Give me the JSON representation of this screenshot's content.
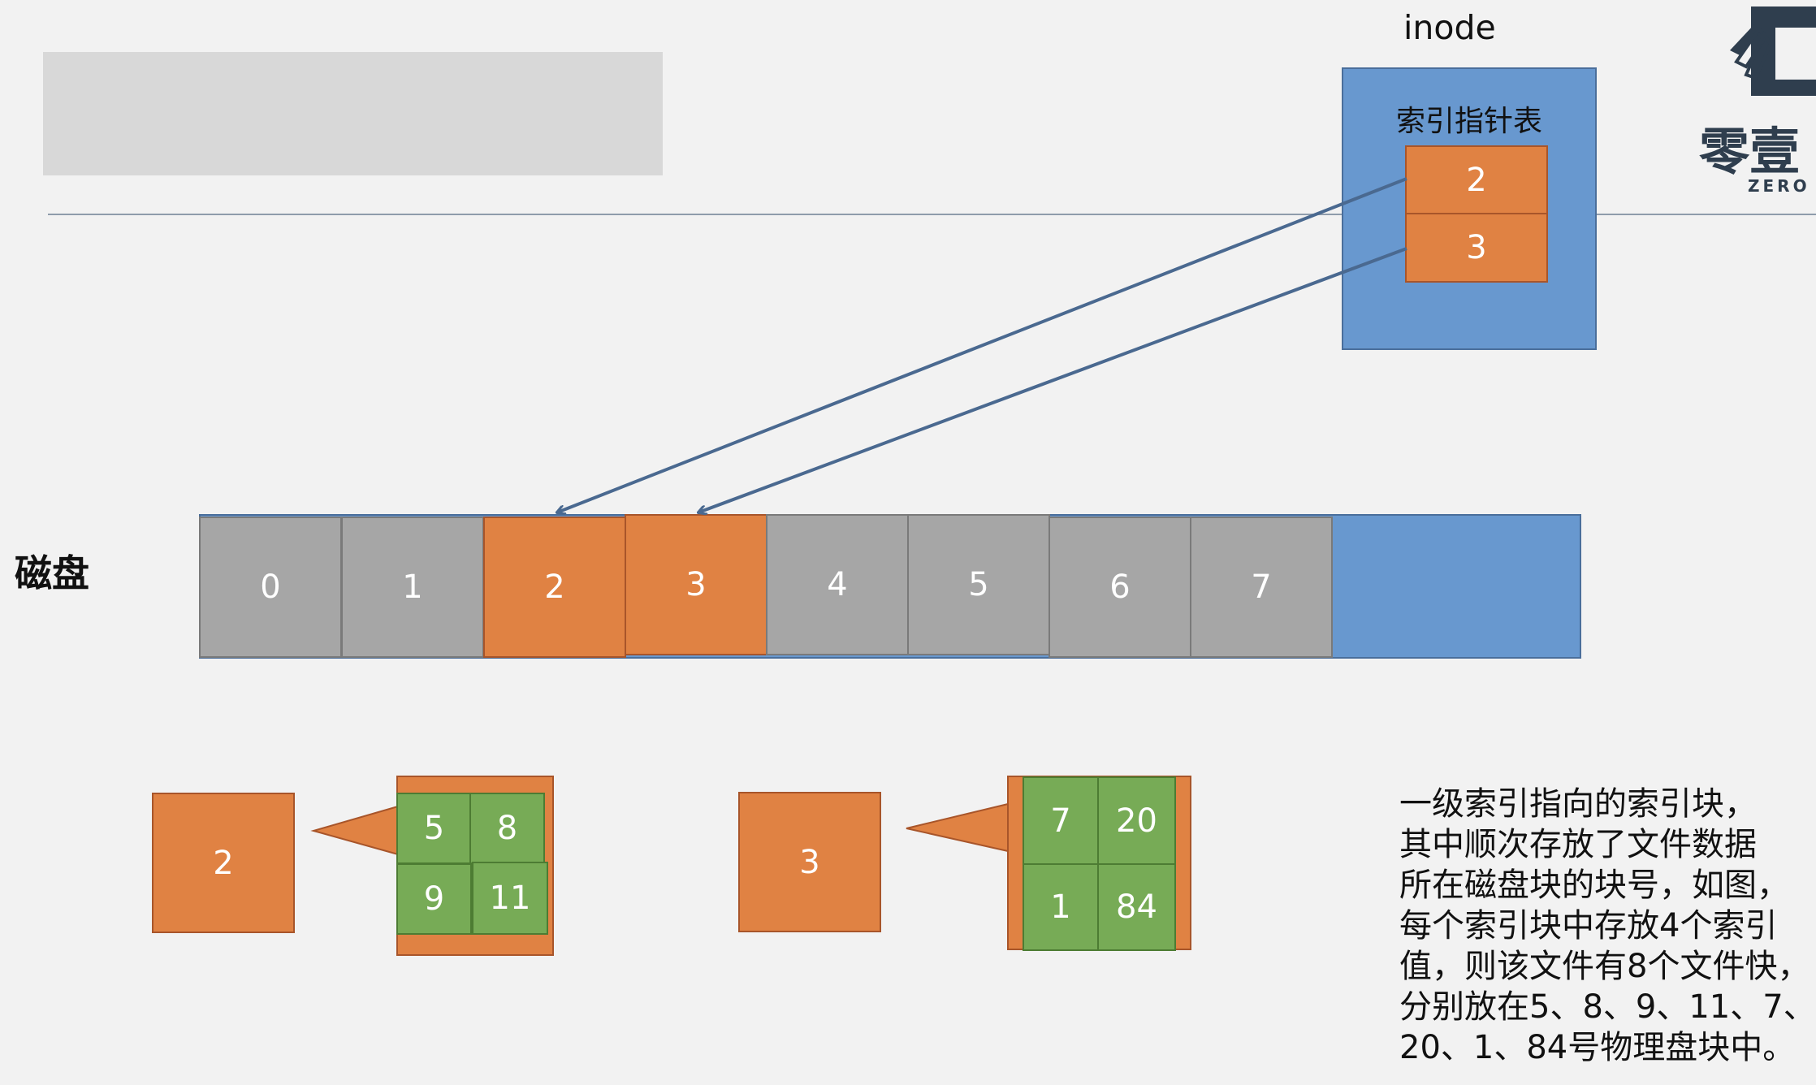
{
  "inode": {
    "label": "inode",
    "table_label": "索引指针表",
    "entries": [
      "2",
      "3"
    ]
  },
  "disk": {
    "label": "磁盘",
    "blocks": [
      "0",
      "1",
      "2",
      "3",
      "4",
      "5",
      "6",
      "7"
    ],
    "highlighted": [
      "2",
      "3"
    ]
  },
  "index_blocks": [
    {
      "block": "2",
      "entries": [
        "5",
        "8",
        "9",
        "11"
      ]
    },
    {
      "block": "3",
      "entries": [
        "7",
        "20",
        "1",
        "84"
      ]
    }
  ],
  "description": [
    "一级索引指向的索引块，",
    "其中顺次存放了文件数据",
    "所在磁盘块的块号，如图，",
    "每个索引块中存放4个索引",
    "值，则该文件有8个文件快，",
    "分别放在5、8、9、11、7、",
    "20、1、84号物理盘块中。"
  ],
  "logo": {
    "text": "零壹",
    "subtext": "ZERO"
  },
  "colors": {
    "background": "#f2f2f2",
    "highlight_block": "#e08243",
    "disk_block": "#a6a6a6",
    "inode_box": "#6898cf",
    "index_entry": "#77ab56",
    "arrow": "#4a6990"
  }
}
